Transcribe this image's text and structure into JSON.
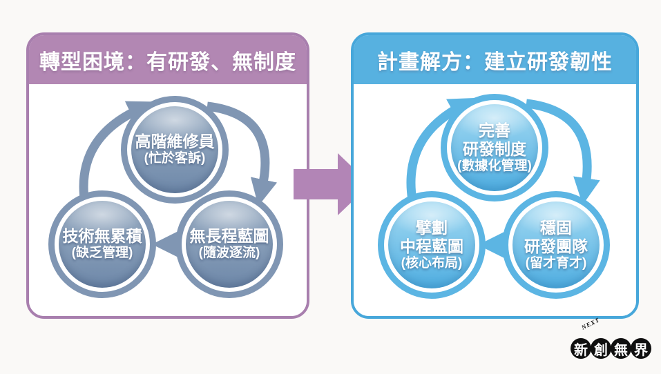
{
  "colors": {
    "bg": "#faf9f7",
    "left-accent": "#b287b3",
    "left-border": "#a87fae",
    "left-node": "#8096b3",
    "left-node-top": "#9db0c5",
    "left-node-bottom": "#6e88a9",
    "right-accent": "#57b1e0",
    "right-border": "#47a7da",
    "right-node": "#5cb5e3",
    "right-node-top": "#a5dbf3",
    "right-node-bottom": "#4fade0",
    "transition": "#b285b6"
  },
  "left_panel": {
    "title": "轉型困境：有研發、無制度",
    "nodes": [
      {
        "id": "top",
        "lines": [
          "高階維修員"
        ],
        "sub": "(忙於客訴)"
      },
      {
        "id": "bottom-left",
        "lines": [
          "技術無累積"
        ],
        "sub": "(缺乏管理)"
      },
      {
        "id": "bottom-right",
        "lines": [
          "無長程藍圖"
        ],
        "sub": "(隨波逐流)"
      }
    ]
  },
  "right_panel": {
    "title": "計畫解方：建立研發韌性",
    "nodes": [
      {
        "id": "top",
        "lines": [
          "完善",
          "研發制度"
        ],
        "sub": "(數據化管理)"
      },
      {
        "id": "bottom-left",
        "lines": [
          "擘劃",
          "中程藍圖"
        ],
        "sub": "(核心布局)"
      },
      {
        "id": "bottom-right",
        "lines": [
          "穩固",
          "研發團隊"
        ],
        "sub": "(留才育才)"
      }
    ]
  },
  "logo": {
    "arc_text": "NEXT",
    "characters": [
      "新",
      "創",
      "無",
      "界"
    ]
  }
}
